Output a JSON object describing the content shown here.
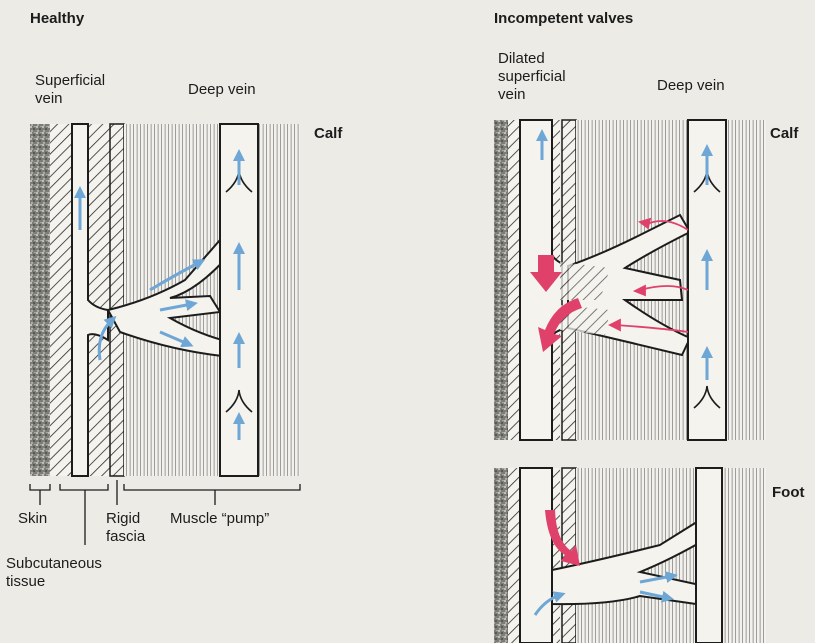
{
  "left_panel": {
    "title": "Healthy",
    "region_label": "Calf",
    "superficial_vein": [
      "Superficial",
      "vein"
    ],
    "deep_vein": "Deep vein",
    "bottom_labels": {
      "skin": "Skin",
      "rigid_fascia": [
        "Rigid",
        "fascia"
      ],
      "muscle_pump": "Muscle “pump”",
      "subcutaneous": [
        "Subcutaneous",
        "tissue"
      ]
    }
  },
  "right_panel": {
    "title": "Incompetent valves",
    "superficial_vein": [
      "Dilated",
      "superficial",
      "vein"
    ],
    "deep_vein": "Deep vein",
    "region_labels": [
      "Calf",
      "Foot"
    ]
  },
  "colors": {
    "normal_flow": "#6ea6d6",
    "reflux_flow": "#e0416b",
    "ink": "#1c1c1c",
    "paper": "#ecebe6"
  }
}
